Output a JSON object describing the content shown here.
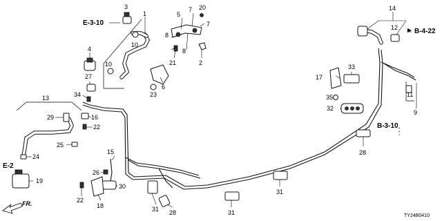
{
  "labels": {
    "n1": "1",
    "n2": "2",
    "n3": "3",
    "n4": "4",
    "n5": "5",
    "n6": "6",
    "n7a": "7",
    "n7b": "7",
    "n8a": "8",
    "n8b": "8",
    "n9": "9",
    "n10a": "10",
    "n10b": "10",
    "n11": "11",
    "n12": "12",
    "n13": "13",
    "n14": "14",
    "n15": "15",
    "n16": "16",
    "n17": "17",
    "n18": "18",
    "n19": "19",
    "n20": "20",
    "n21": "21",
    "n22a": "22",
    "n22b": "22",
    "n23": "23",
    "n24": "24",
    "n25": "25",
    "n26": "26",
    "n27": "27",
    "n28a": "28",
    "n28b": "28",
    "n29": "29",
    "n30": "30",
    "n31a": "31",
    "n31b": "31",
    "n31c": "31",
    "n32": "32",
    "n33": "33",
    "n34": "34",
    "n35": "35"
  },
  "refs": {
    "e310": "E-3-10",
    "b422": "B-4-22",
    "b310": "B-3-10",
    "e2": "E-2"
  },
  "direction": "FR.",
  "diagram_code": "TY24B0410"
}
